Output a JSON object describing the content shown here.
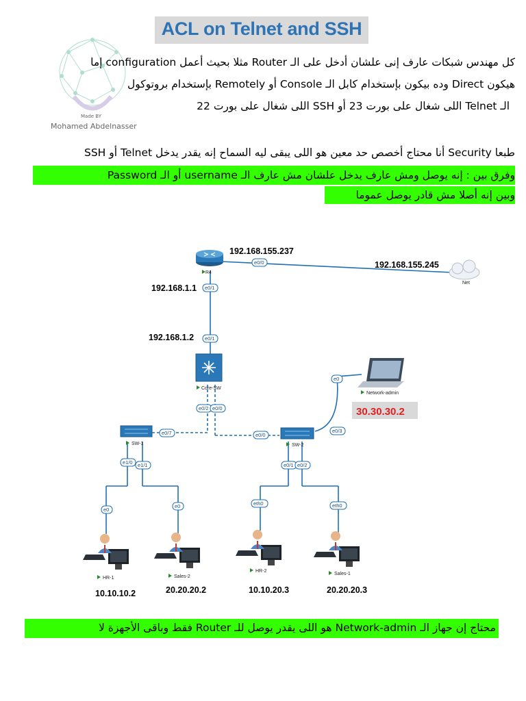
{
  "title": "ACL on Telnet and SSH",
  "watermark": {
    "made_by": "Made BY",
    "author": "Mohamed Abdelnasser"
  },
  "paragraph1": [
    "كل مهندس شبكات عارف إنى علشان أدخل على الـ Router مثلا بحيث أعمل configuration إما",
    "هيكون Direct وده بيكون بإستخدام كابل الـ Console أو Remotely بإستخدام بروتوكول",
    "الـ Telnet اللى شغال على بورت 23 أو SSH اللى شغال على بورت 22"
  ],
  "paragraph2": {
    "line1": "طبعا Security أنا محتاج أخصص حد معين هو اللى يبقى ليه السماح إنه يقدر يدخل Telnet أو SSH",
    "line2": "وفرق بين : إنه يوصل ومش عارف يدخل علشان مش عارف الـ username أو الـ Password",
    "line3": "وبين إنه أصلا مش قادر يوصل عموما"
  },
  "footer_note": "محتاج إن جهاز الـ Network-admin هو اللى يقدر يوصل للـ Router فقط وباقى الأجهزة لا",
  "diagram": {
    "devices": {
      "router": "R4",
      "cloud": "Net",
      "core_switch": "Core-SW",
      "sw1": "SW-1",
      "sw2": "SW-2",
      "admin": "Network-admin",
      "hr1": "HR-1",
      "sales2": "Sales-2",
      "hr2": "HR-2",
      "sales1": "Sales-1"
    },
    "ips": {
      "router_wan": "192.168.155.237",
      "cloud": "192.168.155.245",
      "router_lan": "192.168.1.1",
      "core_up": "192.168.1.2",
      "admin": "30.30.30.2",
      "hr1": "10.10.10.2",
      "sales2": "20.20.20.2",
      "hr2": "10.10.20.3",
      "sales1": "20.20.20.3"
    },
    "ports": {
      "r4_e00": "e0/0",
      "r4_e01": "e0/1",
      "core_e01": "e0/1",
      "core_e02": "e0/2",
      "core_e00": "e0/0",
      "sw1_e07": "e0/7",
      "sw2_e00": "e0/0",
      "sw2_e03": "e0/3",
      "admin_e0": "e0",
      "sw1_e10": "e1/0",
      "sw1_e11": "e1/1",
      "sw2_e01": "e0/1",
      "sw2_e02": "e0/2",
      "hr1_e0": "e0",
      "sales2_e0": "e0",
      "hr2_eth0": "eth0",
      "sales1_eth0": "eth0"
    },
    "colors": {
      "link": "#1f6fb5",
      "port_label": "#1f4e79",
      "admin_ip": "#e02020",
      "highlight": "#33ff00",
      "title": "#2e74b5"
    }
  }
}
